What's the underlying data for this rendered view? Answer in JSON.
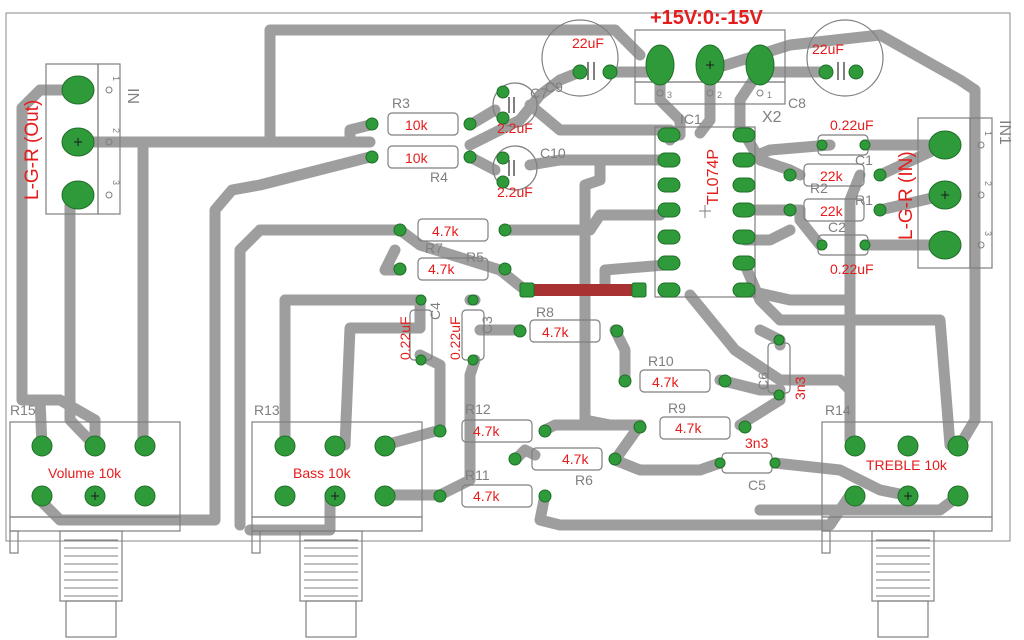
{
  "colors": {
    "trace": "#9e9e9e",
    "pad": "#2f9a3a",
    "silk": "#7f7f7f",
    "label": "#e51c1c",
    "jumper": "#a83232",
    "outline": "#8a8a8a"
  },
  "labels": {
    "power": "+15V:0:-15V",
    "out_conn": "L-G-R (Out)",
    "in_conn": "L-G-R (IN)",
    "in_ref": "IN",
    "in1_ref": "IN1",
    "x2_ref": "X2",
    "ic_ref": "IC1",
    "ic_part": "TL074P",
    "c9_ref": "C9",
    "c9_val": "22uF",
    "c8_ref": "C8",
    "c8_val": "22uF",
    "c7_ref": "C7",
    "c7_val": "2.2uF",
    "c10_ref": "C10",
    "c10_val": "2.2uF",
    "c1_ref": "C1",
    "c1_val": "0.22uF",
    "c2_ref": "C2",
    "c2_val": "0.22uF",
    "c3_ref": "C3",
    "c3_val": "0.22uF",
    "c4_ref": "C4",
    "c4_val": "0.22uF",
    "c5_ref": "C5",
    "c5_val": "3n3",
    "c6_ref": "C6",
    "c6_val": "3n3",
    "r1_ref": "R1",
    "r1_val": "22k",
    "r2_ref": "R2",
    "r2_val": "22k",
    "r3_ref": "R3",
    "r3_val": "10k",
    "r4_ref": "R4",
    "r4_val": "10k",
    "r5_ref": "R5",
    "r5_val": "4.7k",
    "r6_ref": "R6",
    "r6_val": "4.7k",
    "r7_ref": "R7",
    "r7_val": "4.7k",
    "r8_ref": "R8",
    "r8_val": "4.7k",
    "r9_ref": "R9",
    "r9_val": "4.7k",
    "r10_ref": "R10",
    "r10_val": "4.7k",
    "r11_ref": "R11",
    "r11_val": "4.7k",
    "r12_ref": "R12",
    "r12_val": "4.7k",
    "r13_ref": "R13",
    "r13_val": "Bass 10k",
    "r14_ref": "R14",
    "r14_val": "TREBLE 10k",
    "r15_ref": "R15",
    "r15_val": "Volume 10k",
    "pin1": "1",
    "pin2": "2",
    "pin3": "3"
  }
}
